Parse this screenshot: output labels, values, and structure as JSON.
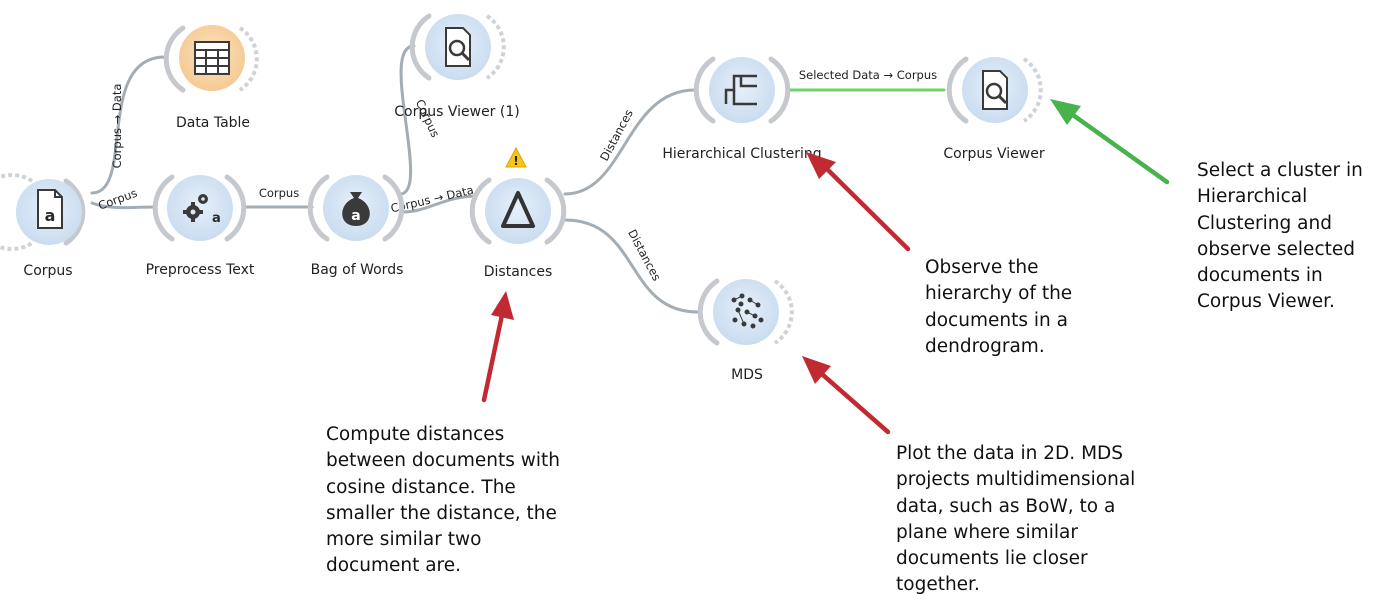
{
  "colors": {
    "link": "#a4adb4",
    "link_selected": "#6cd46a",
    "arrow_red": "#c22a33",
    "arrow_green": "#48b24c",
    "node_blue": "#d6e6f6",
    "node_orange": "#f9d6a9",
    "warning": "#f5c518"
  },
  "widgets": {
    "corpus": {
      "label": "Corpus",
      "icon": "corpus-document-icon"
    },
    "data_table": {
      "label": "Data Table",
      "icon": "table-icon"
    },
    "preprocess_text": {
      "label": "Preprocess Text",
      "icon": "gears-icon"
    },
    "bag_of_words": {
      "label": "Bag of Words",
      "icon": "money-bag-icon"
    },
    "corpus_viewer_1": {
      "label": "Corpus Viewer (1)",
      "icon": "document-magnifier-icon"
    },
    "distances": {
      "label": "Distances",
      "icon": "delta-icon",
      "warning": "!"
    },
    "hierarchical_clustering": {
      "label": "Hierarchical Clustering",
      "icon": "dendrogram-icon"
    },
    "corpus_viewer": {
      "label": "Corpus Viewer",
      "icon": "document-magnifier-icon"
    },
    "mds": {
      "label": "MDS",
      "icon": "scatter-points-icon"
    }
  },
  "links": {
    "corpus_to_table": "Corpus → Data",
    "corpus_to_preprocess": "Corpus",
    "preprocess_to_bow": "Corpus",
    "bow_to_viewer1": "Corpus",
    "bow_to_distances": "Corpus → Data",
    "distances_to_clustering": "Distances",
    "distances_to_mds": "Distances",
    "clustering_to_viewer": "Selected Data → Corpus"
  },
  "notes": {
    "distances": "Compute distances\nbetween documents with\ncosine distance. The\nsmaller the distance, the\nmore similar two\ndocument are.",
    "clustering": "Observe the\nhierarchy of the\ndocuments in a\ndendrogram.",
    "mds": "Plot the data in 2D. MDS\nprojects multidimensional\ndata, such as BoW, to a\nplane where similar\ndocuments lie closer\ntogether.",
    "viewer": "Select a cluster in\nHierarchical\nClustering and\nobserve selected\ndocuments in\nCorpus Viewer."
  }
}
